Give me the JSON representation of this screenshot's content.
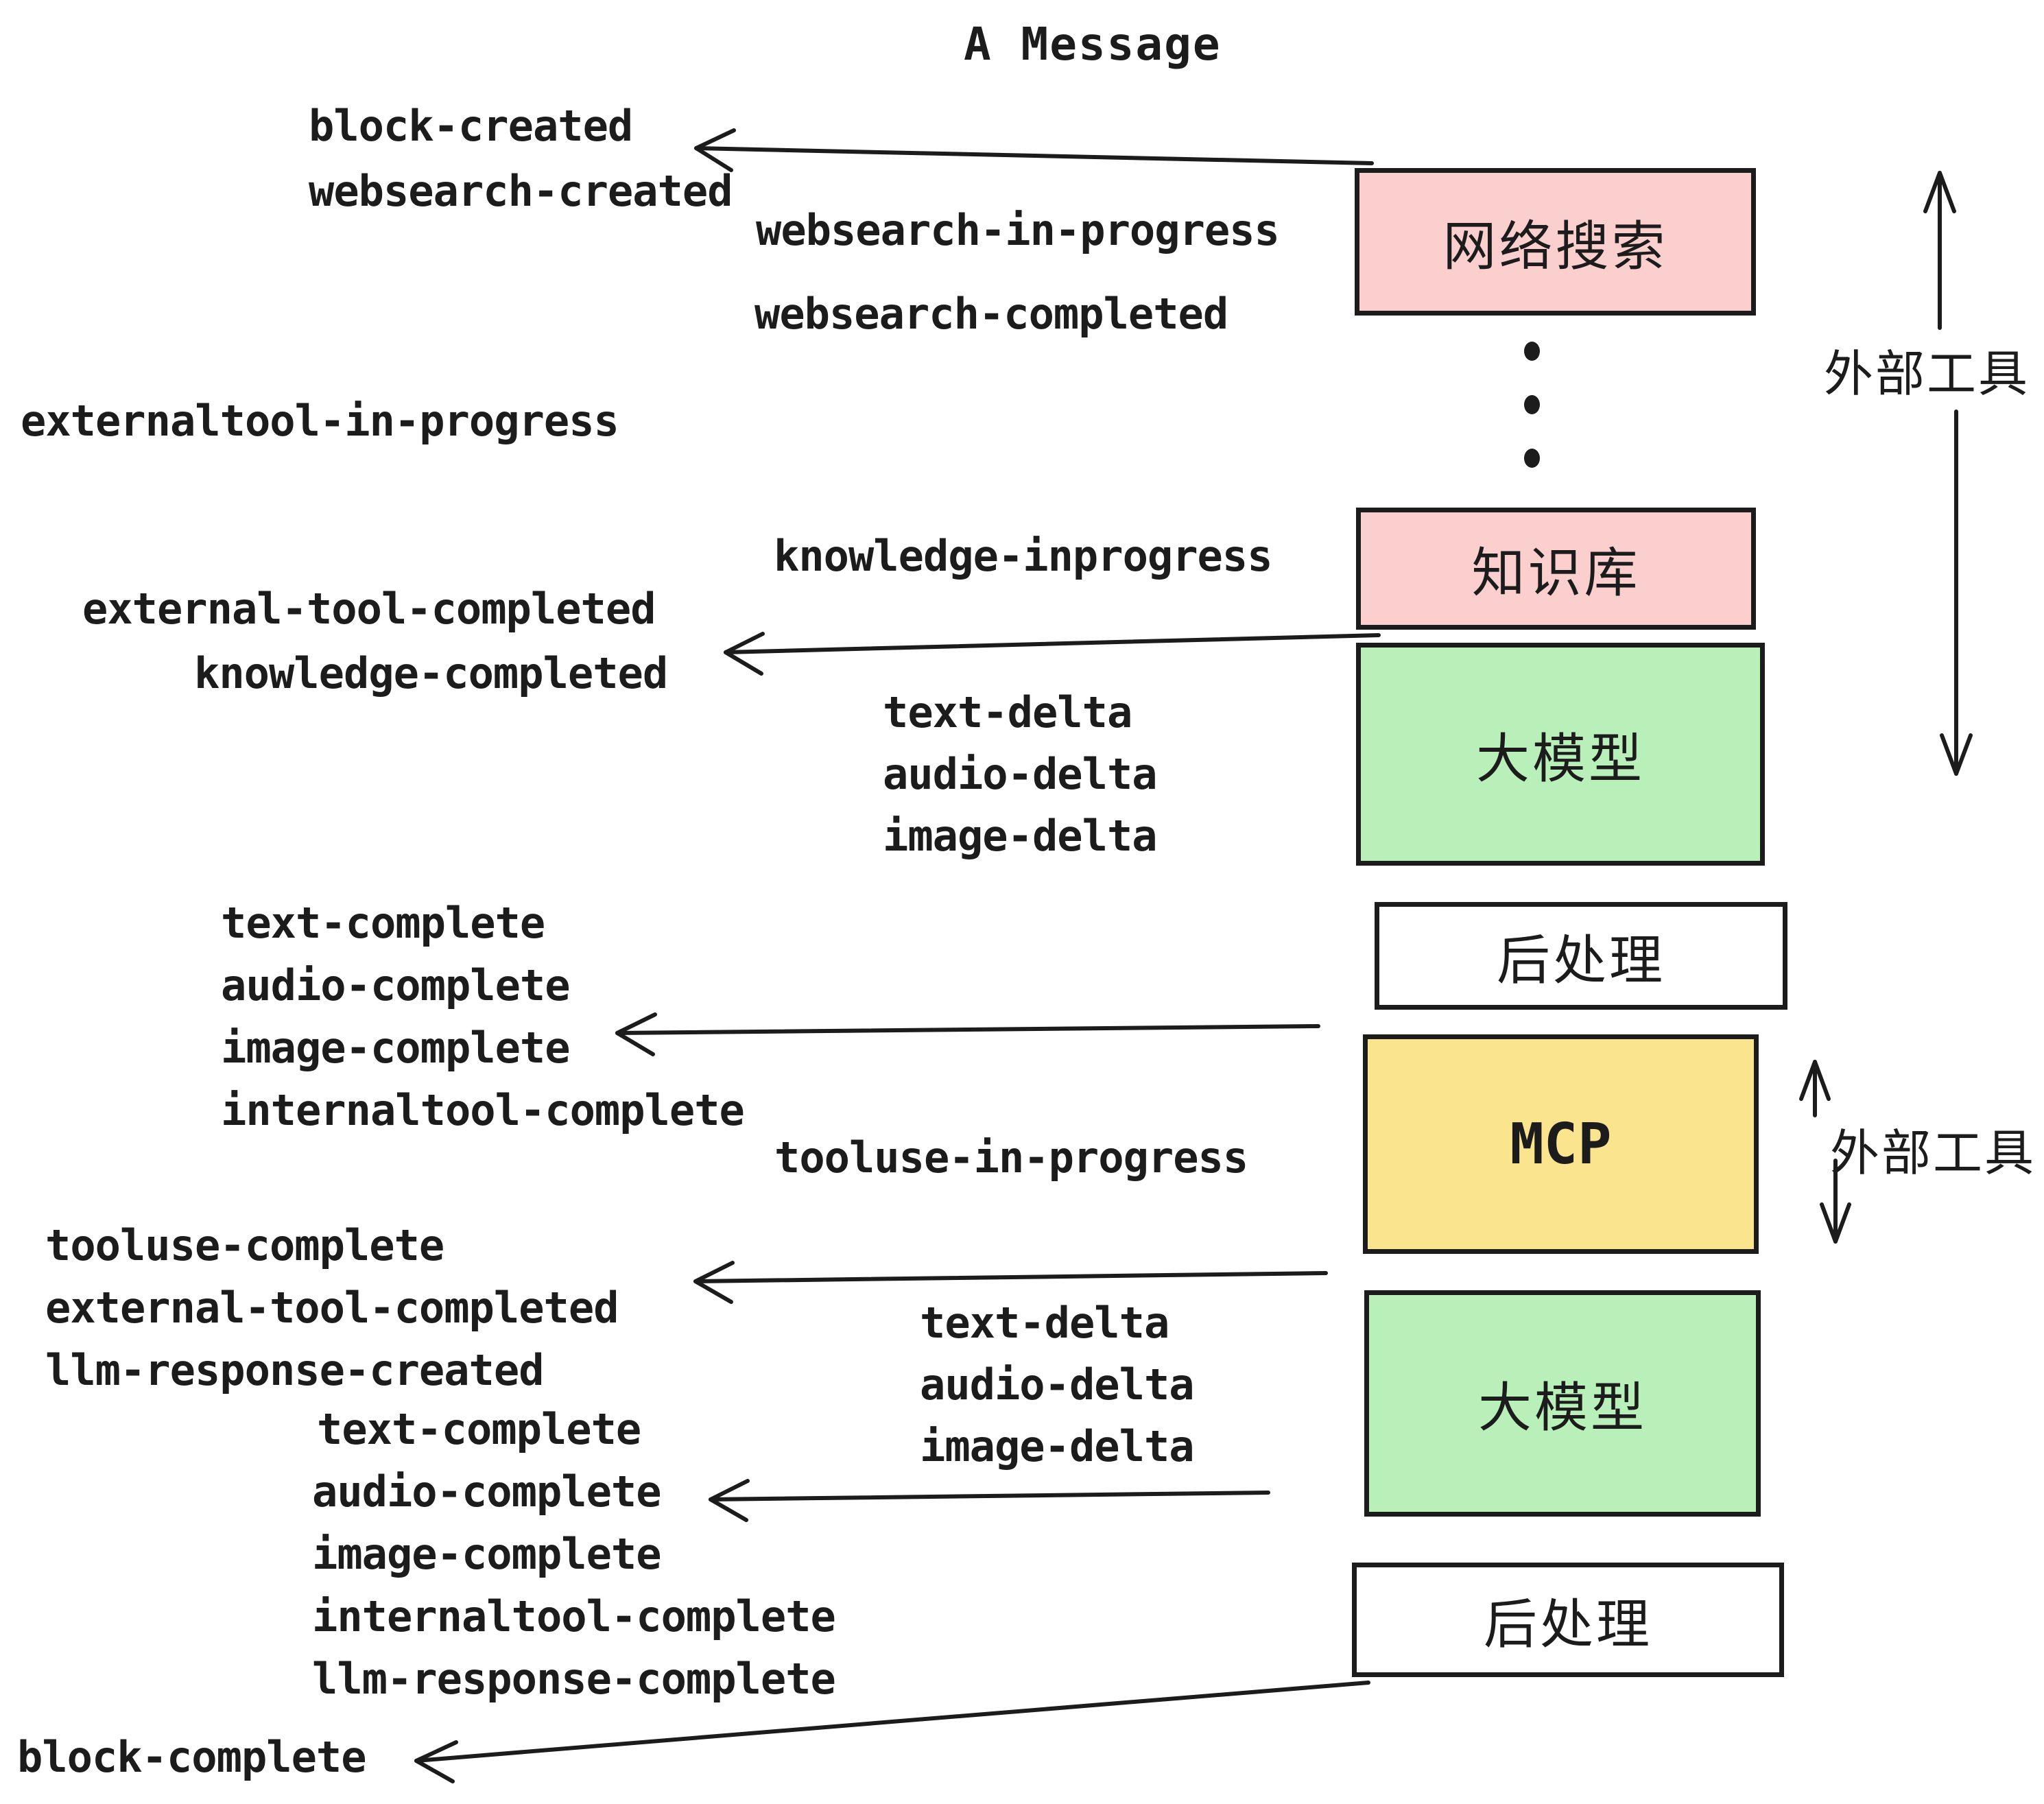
{
  "title": "A Message",
  "events": {
    "block_created": "block-created",
    "websearch_created": "websearch-created",
    "websearch_in_progress": "websearch-in-progress",
    "websearch_completed": "websearch-completed",
    "externaltool_in_progress": "externaltool-in-progress",
    "knowledge_inprogress": "knowledge-inprogress",
    "external_tool_completed": "external-tool-completed",
    "knowledge_completed": "knowledge-completed",
    "text_delta": "text-delta",
    "audio_delta": "audio-delta",
    "image_delta": "image-delta",
    "text_complete": "text-complete",
    "audio_complete": "audio-complete",
    "image_complete": "image-complete",
    "internaltool_complete": "internaltool-complete",
    "tooluse_in_progress": "tooluse-in-progress",
    "tooluse_complete": "tooluse-complete",
    "llm_response_created": "llm-response-created",
    "llm_response_complete": "llm-response-complete",
    "block_complete": "block-complete"
  },
  "boxes": {
    "websearch": "网络搜索",
    "knowledge": "知识库",
    "llm": "大模型",
    "post_process": "后处理",
    "mcp": "MCP"
  },
  "side_labels": {
    "external_tools": "外部工具"
  },
  "colors": {
    "pink": "#fccfcf",
    "green": "#b9f0ba",
    "yellow": "#fbe48e",
    "ink": "#1c1c1c",
    "bg": "#ffffff"
  }
}
